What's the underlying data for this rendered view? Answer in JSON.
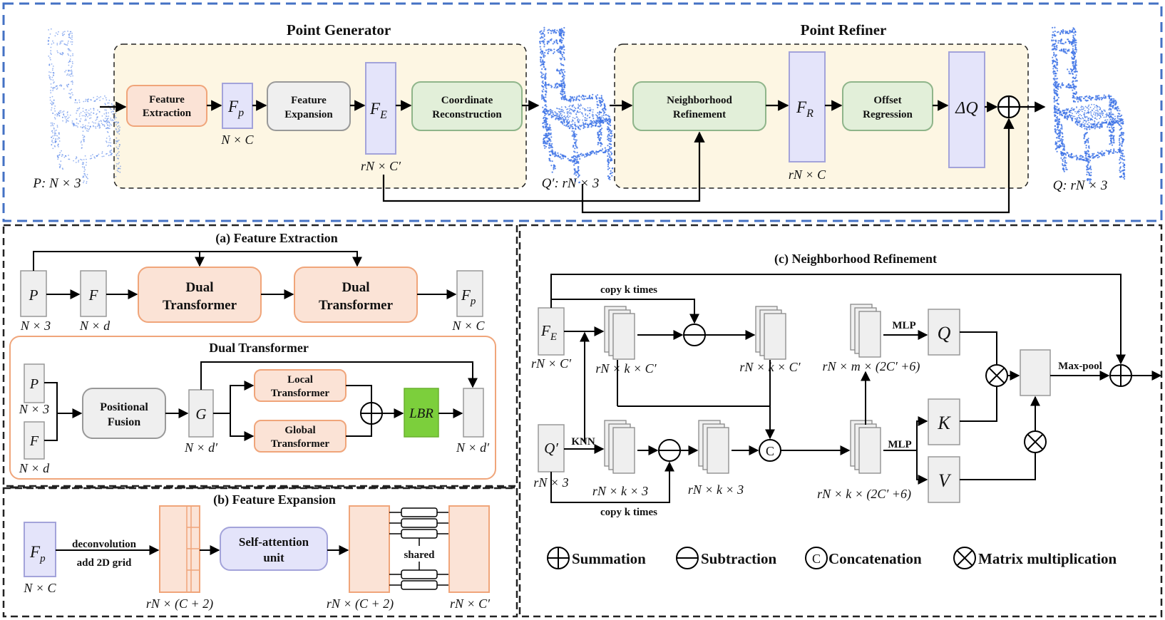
{
  "overview": {
    "generator_title": "Point Generator",
    "refiner_title": "Point Refiner",
    "feature_extraction": "Feature Extraction",
    "feature_expansion": "Feature Expansion",
    "coordinate_reconstruction": "Coordinate Reconstruction",
    "neighborhood_refinement": "Neighborhood Refinement",
    "offset_regression": "Offset Regression",
    "fp": "F",
    "fp_sub": "p",
    "fe": "F",
    "fe_sub": "E",
    "fr": "F",
    "fr_sub": "R",
    "delta_q": "ΔQ",
    "input_label": "P: N × 3",
    "fp_dim": "N × C",
    "fe_dim": "rN × C′",
    "coarse_label": "Q′: rN × 3",
    "fr_dim": "rN × C",
    "output_label": "Q: rN × 3"
  },
  "panel_a": {
    "title": "(a) Feature Extraction",
    "p": "P",
    "f": "F",
    "fp": "F",
    "fp_sub": "p",
    "dual_transformer": "Dual Transformer",
    "p_dim": "N × 3",
    "f_dim": "N × d",
    "fp_dim": "N × C",
    "dual_title": "Dual Transformer",
    "positional_fusion": "Positional Fusion",
    "g": "G",
    "g_dim": "N × d′",
    "local_transformer": "Local Transformer",
    "global_transformer": "Global Transformer",
    "lbr": "LBR",
    "out_dim": "N × d′"
  },
  "panel_b": {
    "title": "(b) Feature Expansion",
    "fp": "F",
    "fp_sub": "p",
    "fp_dim": "N × C",
    "deconv": "deconvolution",
    "grid": "add 2D grid",
    "self_attention": "Self-attention unit",
    "dim1": "rN × (C + 2)",
    "dim2": "rN × (C + 2)",
    "shared": "shared",
    "dim3": "rN × C′"
  },
  "panel_c": {
    "title": "(c) Neighborhood Refinement",
    "fe": "F",
    "fe_sub": "E",
    "fe_dim": "rN × C′",
    "q_prime": "Q′",
    "q_dim": "rN × 3",
    "copy_k_top": "copy k times",
    "copy_k_bottom": "copy k times",
    "knn": "KNN",
    "grp1_dim": "rN × k × C′",
    "grp2_dim": "rN × k × C′",
    "grp3_dim": "rN × k × 3",
    "grp4_dim": "rN × k × 3",
    "concat_dim": "rN × k × (2C′ +6)",
    "mlp_dim": "rN × m × (2C′ +6)",
    "mlp_top": "MLP",
    "mlp_bottom": "MLP",
    "q": "Q",
    "k": "K",
    "v": "V",
    "maxpool": "Max-pool",
    "concat_symbol": "C"
  },
  "legend": {
    "summation": "Summation",
    "subtraction": "Subtraction",
    "concatenation": "Concatenation",
    "matrix_mult": "Matrix multiplication",
    "concat_symbol": "C"
  },
  "colors": {
    "frame_blue": "#4472c4",
    "generator_bg": "#fdf6e3",
    "orange_fill": "#fbe3d6",
    "orange_stroke": "#f0a57a",
    "gray_fill": "#efefef",
    "gray_stroke": "#999999",
    "green_fill": "#e2efd9",
    "green_stroke": "#8fb58a",
    "purple_fill": "#e4e4fa",
    "purple_stroke": "#a3a3da",
    "lbr_green": "#7ccf3c",
    "points_blue": "#3f74e6"
  }
}
